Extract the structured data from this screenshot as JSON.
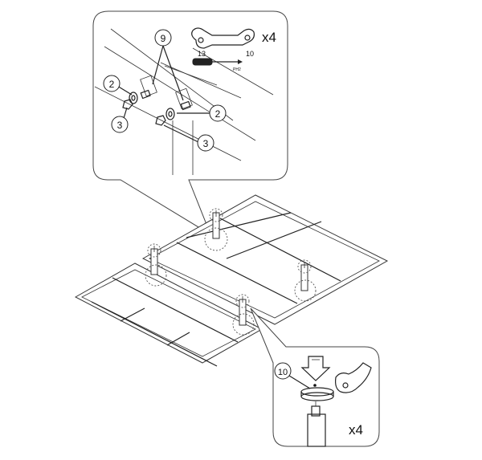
{
  "callout_top": {
    "labels": {
      "part_9": "9",
      "part_2_left": "2",
      "part_3_left": "3",
      "part_2_right": "2",
      "part_3_right": "3"
    },
    "wrench": {
      "size_left": "13",
      "size_right": "10"
    },
    "screwdriver": {
      "label": "PH2"
    },
    "quantity": "x4"
  },
  "callout_bottom": {
    "part_10": "10",
    "quantity": "x4"
  },
  "icons": [
    "wrench-icon",
    "screwdriver-icon",
    "down-arrow-icon",
    "hand-icon"
  ]
}
